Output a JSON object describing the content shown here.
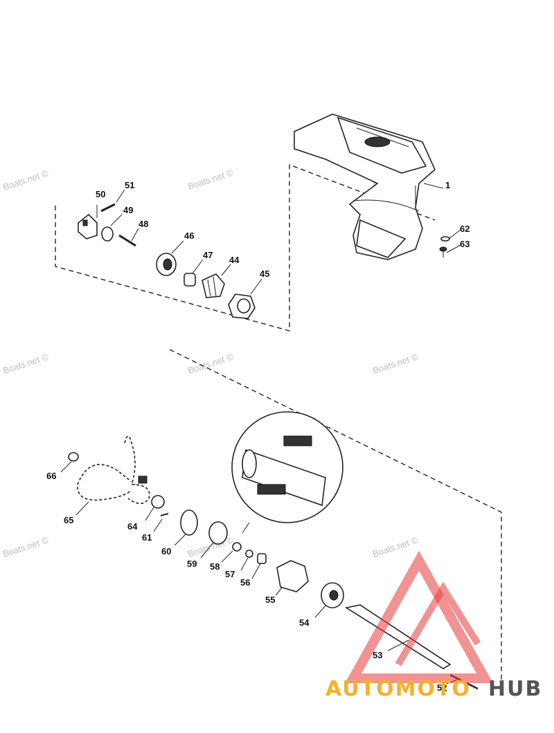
{
  "watermark": "Boats.net ©",
  "parts": [
    {
      "id": "p1",
      "label": "1"
    },
    {
      "id": "p44",
      "label": "44"
    },
    {
      "id": "p45",
      "label": "45"
    },
    {
      "id": "p46",
      "label": "46"
    },
    {
      "id": "p47",
      "label": "47"
    },
    {
      "id": "p48",
      "label": "48"
    },
    {
      "id": "p49",
      "label": "49"
    },
    {
      "id": "p50",
      "label": "50"
    },
    {
      "id": "p51",
      "label": "51"
    },
    {
      "id": "p52",
      "label": "52"
    },
    {
      "id": "p53",
      "label": "53"
    },
    {
      "id": "p54",
      "label": "54"
    },
    {
      "id": "p55",
      "label": "55"
    },
    {
      "id": "p56",
      "label": "56"
    },
    {
      "id": "p57",
      "label": "57"
    },
    {
      "id": "p58",
      "label": "58"
    },
    {
      "id": "p59",
      "label": "59"
    },
    {
      "id": "p60",
      "label": "60"
    },
    {
      "id": "p61",
      "label": "61"
    },
    {
      "id": "p62",
      "label": "62"
    },
    {
      "id": "p63",
      "label": "63"
    },
    {
      "id": "p64",
      "label": "64"
    },
    {
      "id": "p65",
      "label": "65"
    },
    {
      "id": "p66",
      "label": "66"
    }
  ],
  "logo": {
    "text_a": "AUTOMOTO",
    "text_b": "HUB",
    "color_a": "#f5b02e",
    "color_b": "#555555",
    "triangle_color": "#e63a3a"
  }
}
